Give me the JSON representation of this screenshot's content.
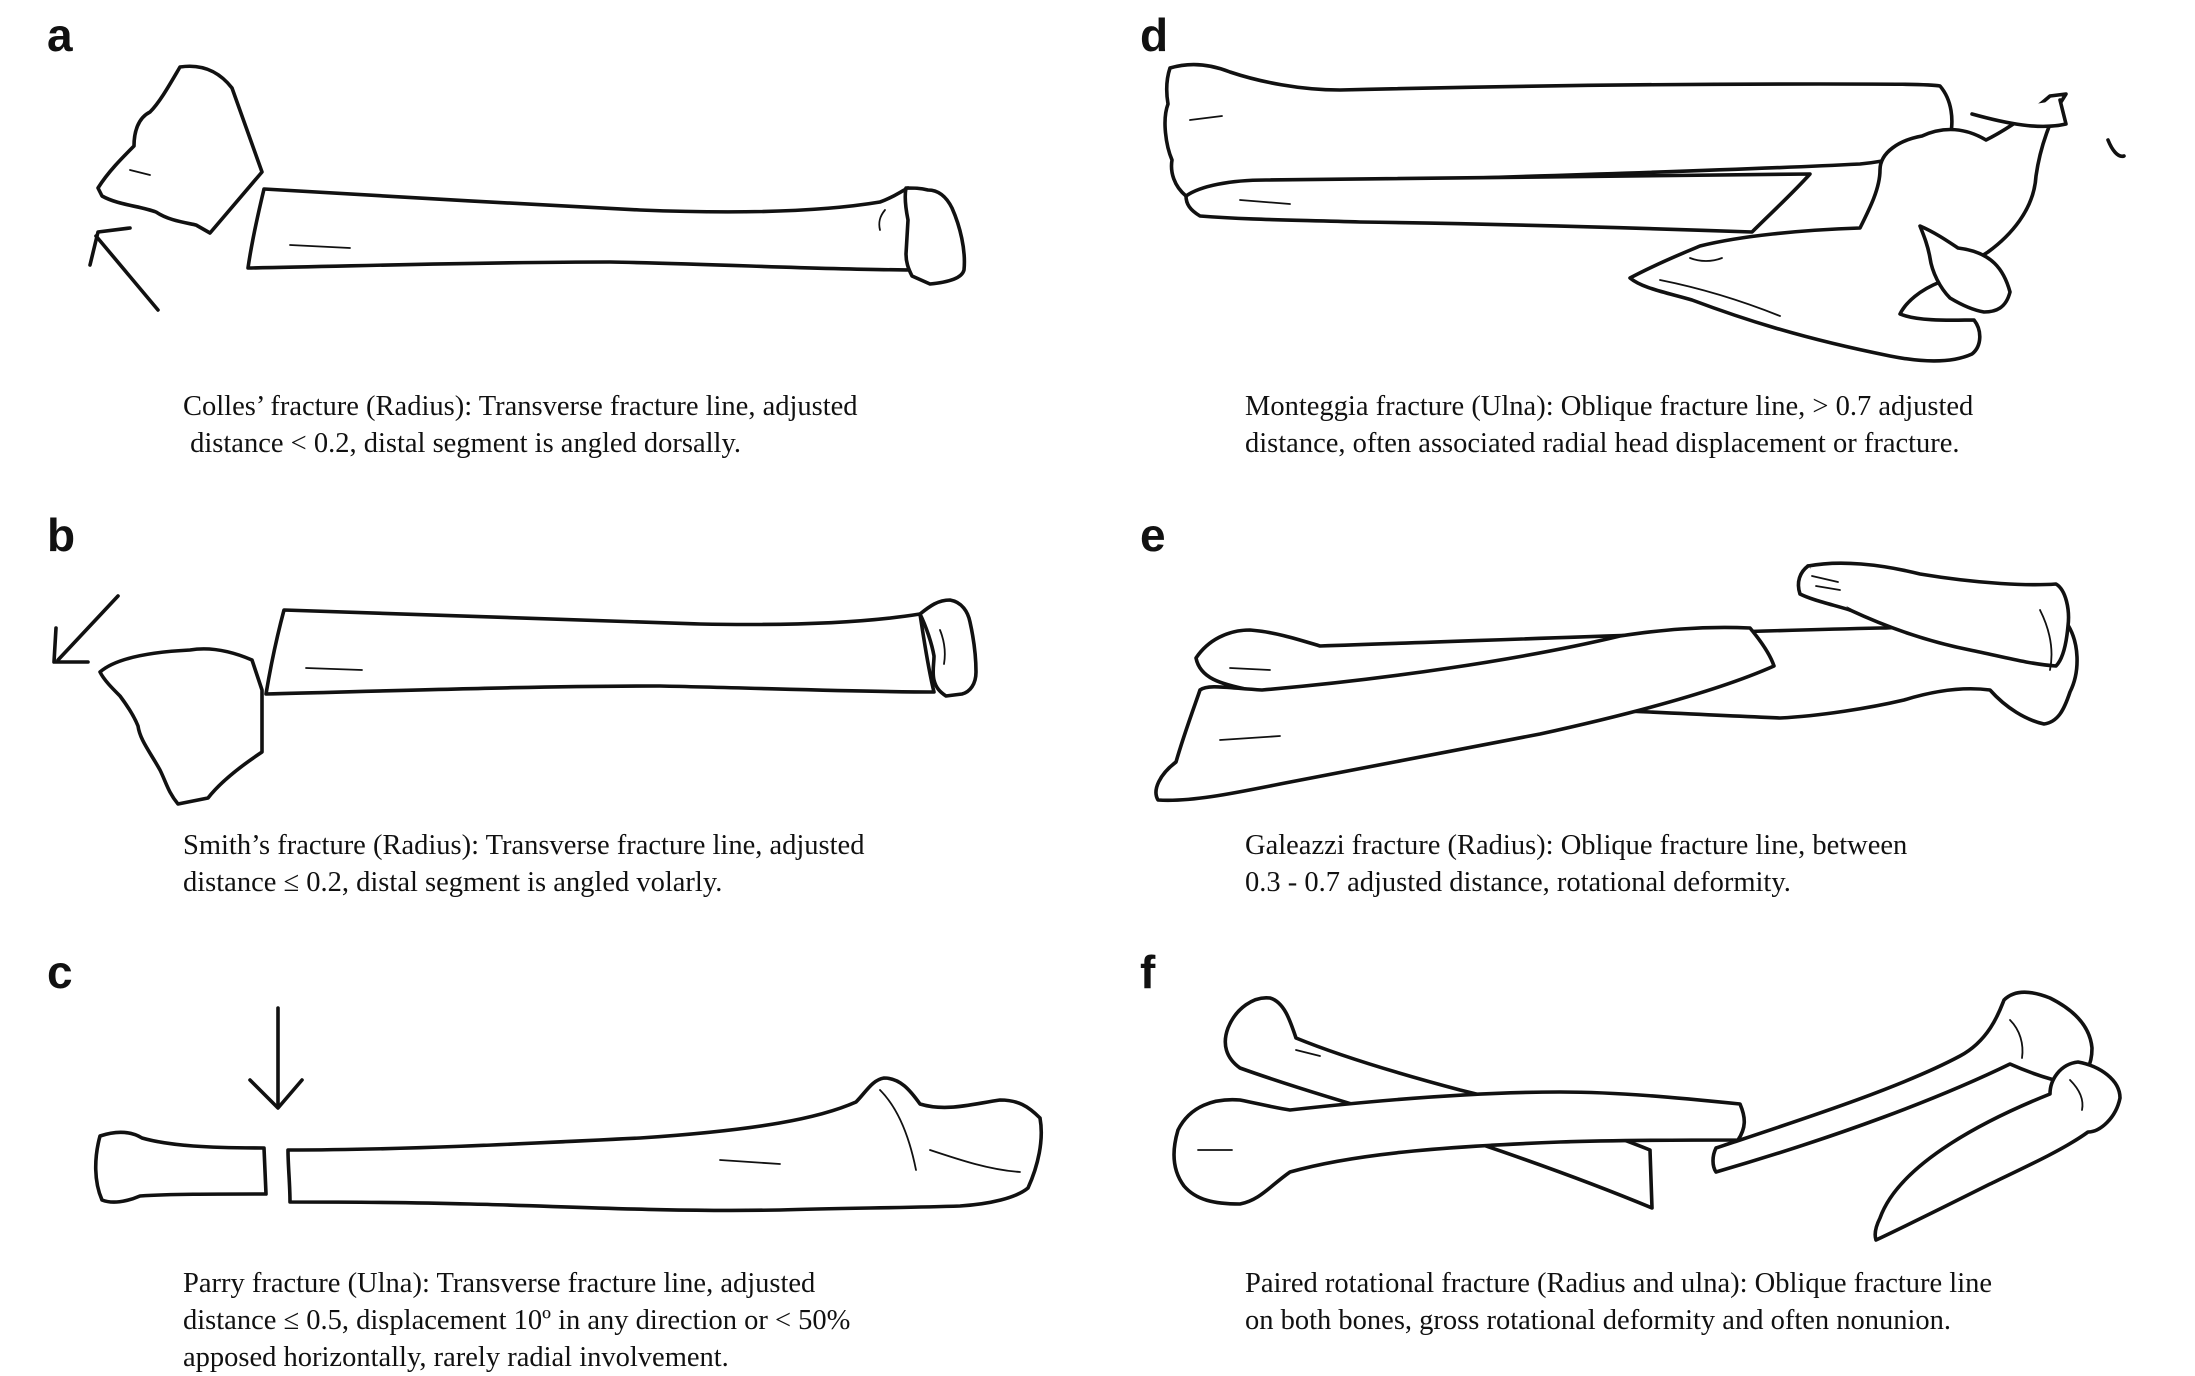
{
  "panels": [
    {
      "letter": "a",
      "caption": [
        "Colles’ fracture (Radius): Transverse fracture line, adjusted",
        " distance < 0.2, distal segment is angled dorsally."
      ]
    },
    {
      "letter": "b",
      "caption": [
        "Smith’s fracture (Radius): Transverse fracture line, adjusted",
        "distance ≤ 0.2, distal segment is angled volarly."
      ]
    },
    {
      "letter": "c",
      "caption": [
        "Parry fracture (Ulna): Transverse fracture line, adjusted",
        "distance ≤ 0.5, displacement 10º in any direction or < 50%",
        "apposed horizontally, rarely radial involvement."
      ]
    },
    {
      "letter": "d",
      "caption": [
        "Monteggia fracture (Ulna): Oblique fracture line, > 0.7 adjusted",
        "distance, often associated radial head displacement or fracture."
      ]
    },
    {
      "letter": "e",
      "caption": [
        "Galeazzi fracture (Radius): Oblique fracture line, between",
        "0.3 - 0.7 adjusted distance, rotational deformity."
      ]
    },
    {
      "letter": "f",
      "caption": [
        "Paired rotational fracture (Radius and ulna): Oblique fracture line",
        "on both bones, gross rotational deformity and often nonunion."
      ]
    }
  ]
}
